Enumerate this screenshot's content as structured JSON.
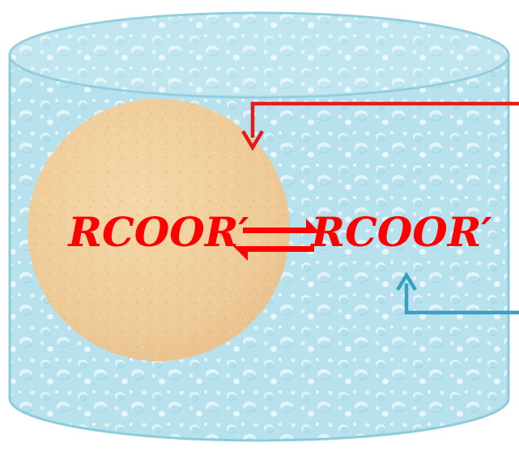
{
  "diagram": {
    "left_label": "RCOOR′",
    "right_label": "RCOOR′",
    "colors": {
      "label": "#ff0000",
      "equilibrium_arrows": "#ff0000",
      "upper_connector": "#e31b1b",
      "lower_connector": "#3b9fc1",
      "water_fill": "#b4e1ec",
      "water_outline": "#8ccbdc",
      "sphere_fill": "#f2cfa0"
    },
    "shapes": {
      "container": "cylinder",
      "particle": "circle"
    }
  }
}
